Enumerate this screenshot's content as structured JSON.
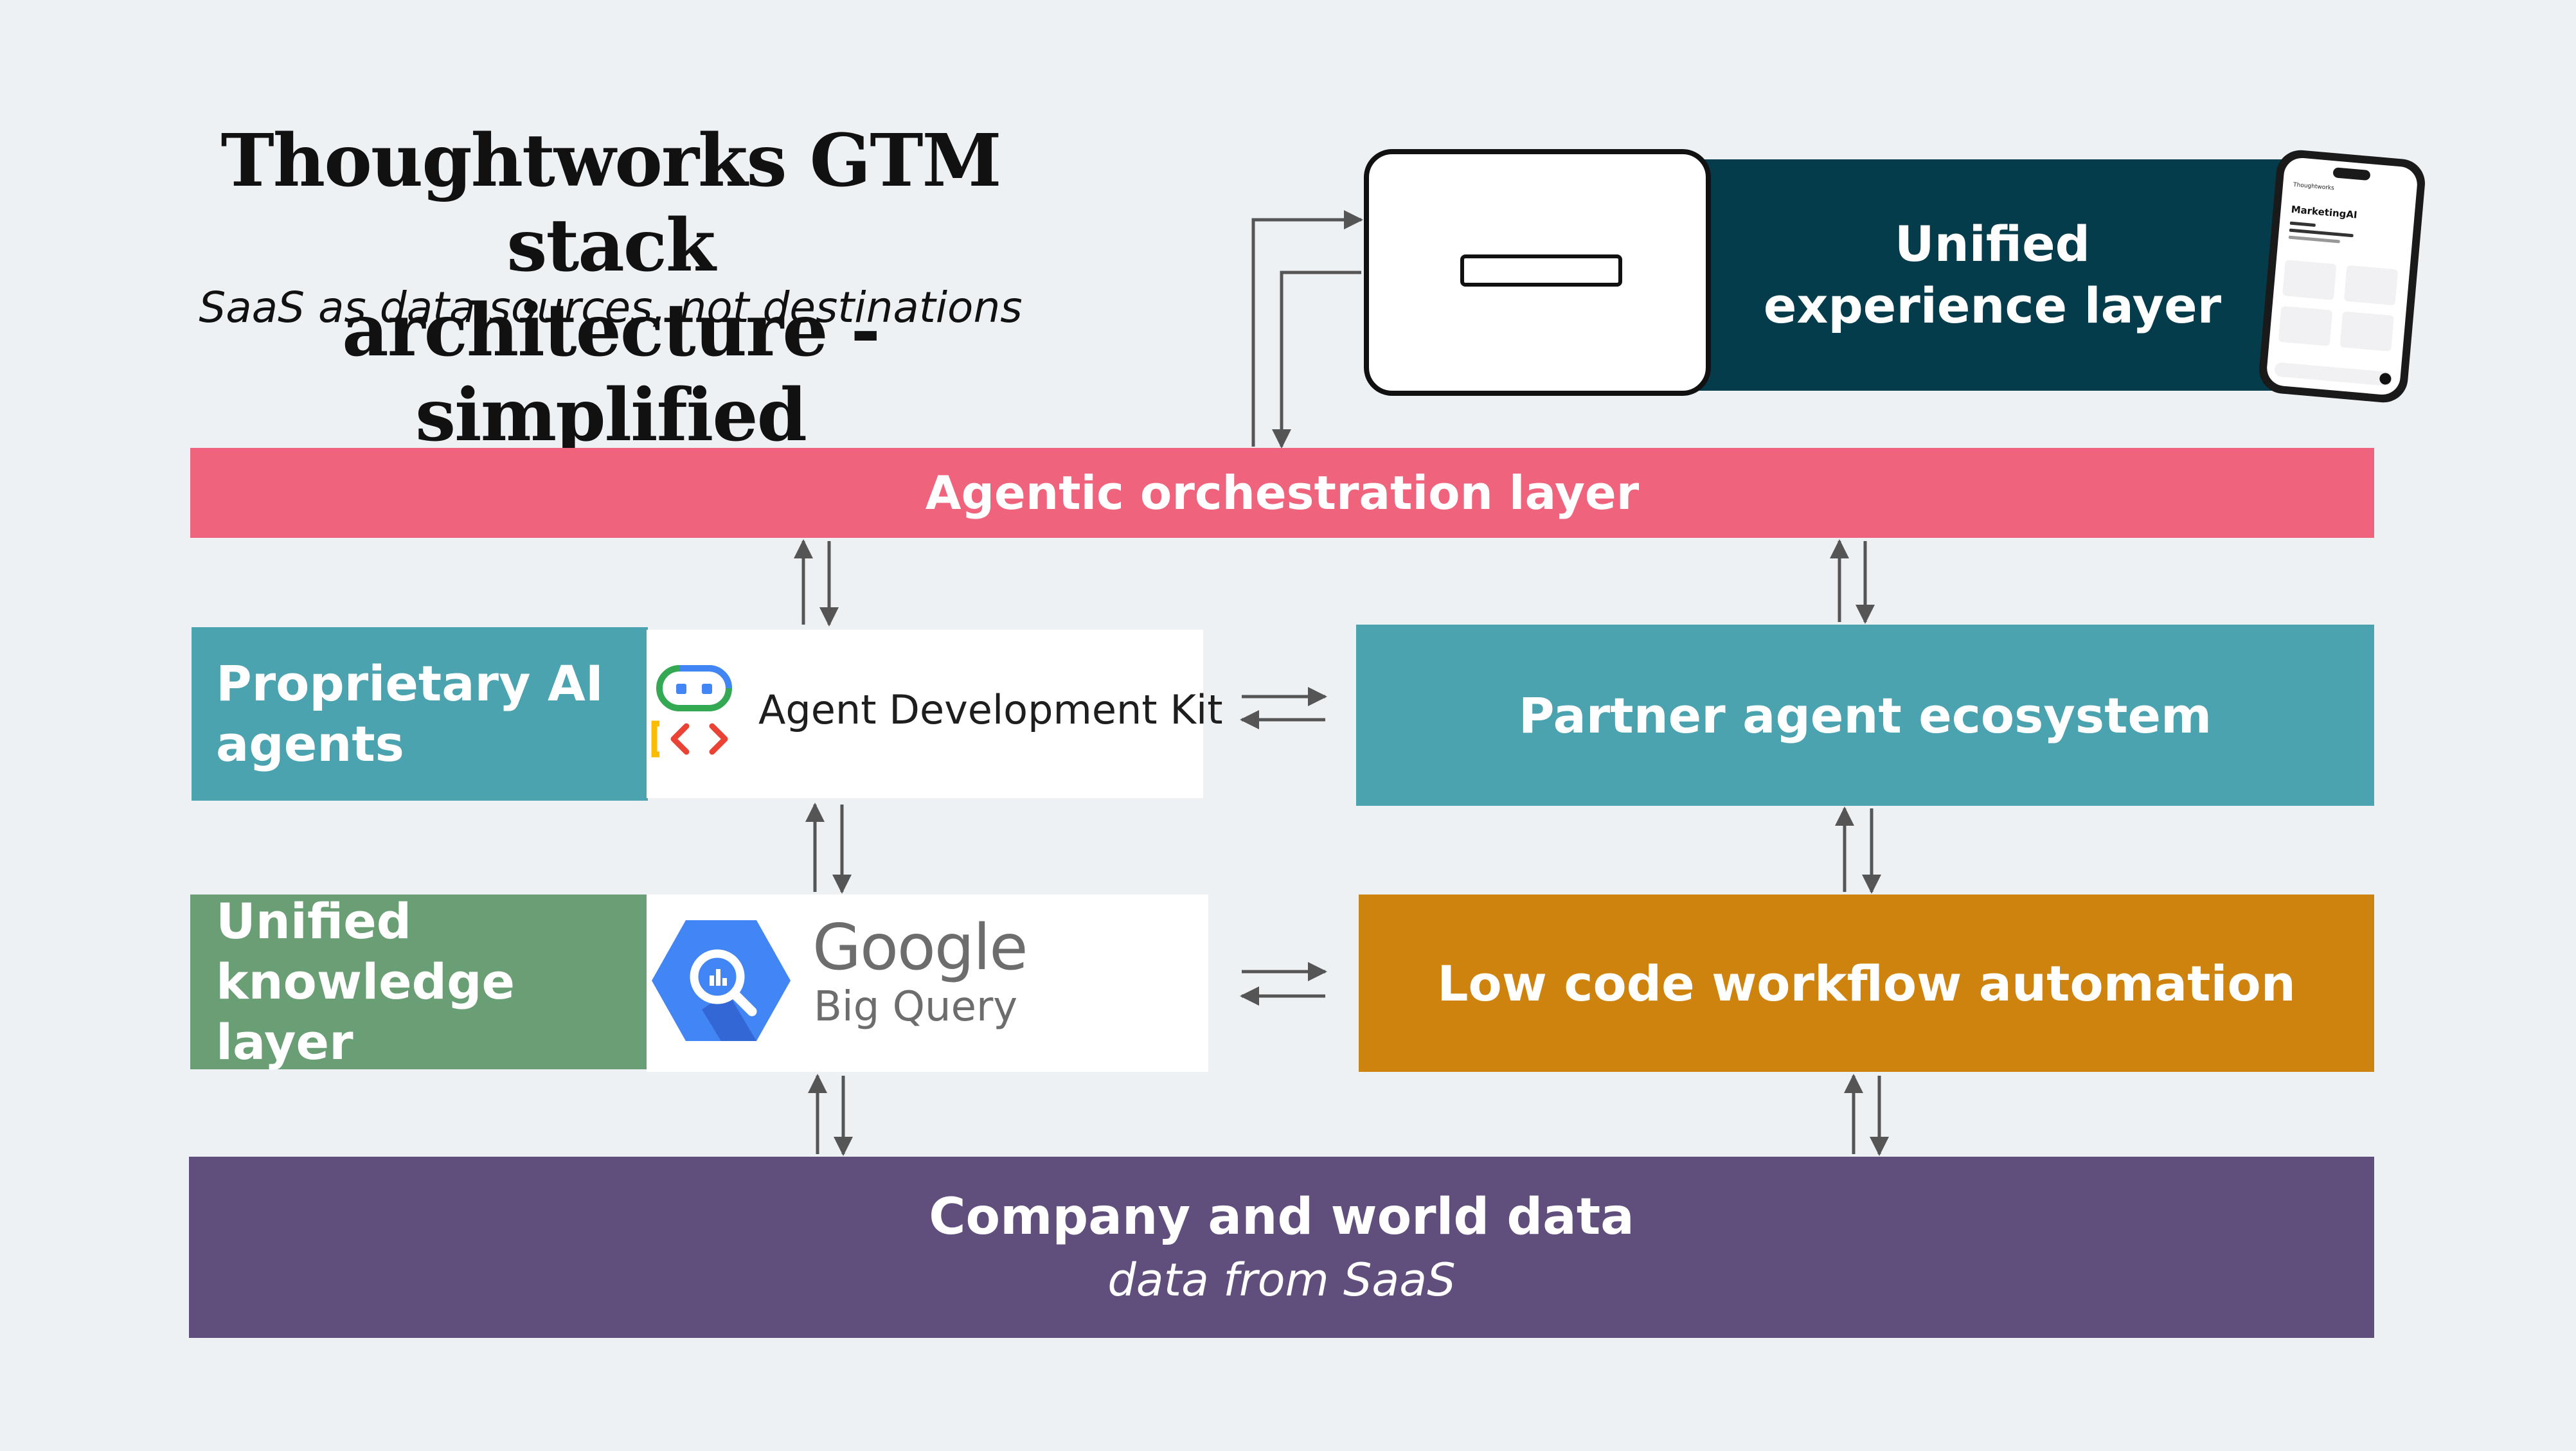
{
  "title_lines": [
    "Thoughtworks GTM stack",
    "architecture - simplified"
  ],
  "subtitle": "SaaS as data sources, not destinations",
  "layers": {
    "orchestration": "Agentic orchestration layer",
    "proprietary_agents_lines": [
      "Proprietary AI",
      "agents"
    ],
    "partner_ecosystem": "Partner agent ecosystem",
    "knowledge_lines": [
      "Unified",
      "knowledge layer"
    ],
    "low_code": "Low code workflow automation",
    "company_data": "Company and world data",
    "company_data_sub": "data from SaaS",
    "experience_lines": [
      "Unified",
      "experience layer"
    ]
  },
  "logos": {
    "adk_text": "Agent Development Kit",
    "adk_icon": "adk-logo-icon",
    "bigquery_brand": "Google",
    "bigquery_product": "Big Query",
    "bigquery_icon": "bigquery-logo-icon"
  },
  "phone": {
    "brand": "Thoughtworks",
    "app_name": "MarketingAI"
  },
  "colors": {
    "background": "#eef1f4",
    "orchestration": "#f0637c",
    "teal": "#4aa3ae",
    "knowledge": "#6a9e74",
    "low_code": "#cd830e",
    "company_data": "#604e7d",
    "experience": "#053c4c",
    "arrow": "#555555"
  }
}
